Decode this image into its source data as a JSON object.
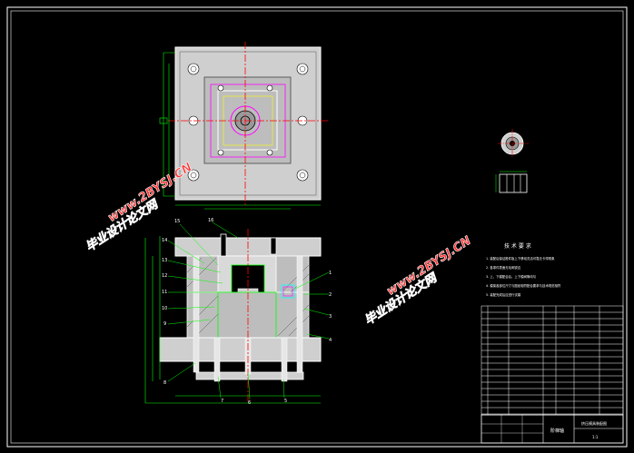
{
  "drawing": {
    "watermark": {
      "cn": "毕业设计论文网",
      "url": "www.2BYSJ.CN"
    },
    "requirements_title": "技 术 要 求",
    "requirements": [
      "1. 装配后保证推件板上下移动灵活可靠无卡滞现象",
      "2. 各零件表面无毛刺锐边",
      "3. 上、下模配合后、上下模间隙均匀",
      "4. 模架各部位尺寸与图纸相符配合要求与技术规范相符",
      "5. 装配完成后应进行试模"
    ],
    "part_numbers": [
      "16",
      "15",
      "14",
      "13",
      "12",
      "11",
      "10",
      "9",
      "8",
      "7",
      "6",
      "5",
      "4",
      "3",
      "2",
      "1"
    ],
    "title_block": {
      "name": "阶梯轴",
      "subtitle": "挤压模具装配图",
      "sheet": "1:1"
    }
  },
  "colors": {
    "background": "#000000",
    "frame": "#ffffff",
    "outline": "#00ff00",
    "center_line": "#ff0000",
    "hidden_line": "#ffff00",
    "plate": "#cfcfcf",
    "watermark": "#ff3333",
    "accent_cyan": "#00ffff",
    "accent_magenta": "#ff00ff"
  }
}
